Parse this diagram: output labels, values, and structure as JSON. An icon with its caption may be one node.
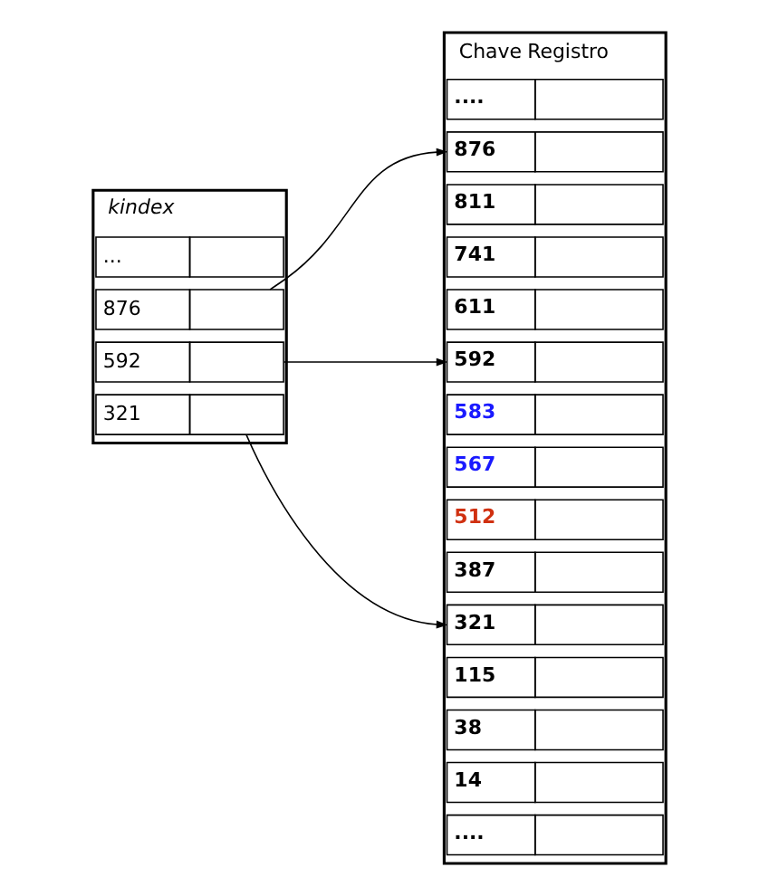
{
  "diagram": {
    "nodes": [
      {
        "text": [
          "kindex"
        ]
      },
      {
        "text": [
          "321"
        ],
        "in": 0
      },
      {
        "text": [
          "592"
        ],
        "in": 0
      },
      {
        "text": [
          "876"
        ],
        "in": 0
      },
      {
        "text": [
          "..."
        ],
        "in": 0
      },
      {
        "text": [
          "Chave",
          "Registro"
        ]
      },
      {
        "text": [
          "...."
        ],
        "in": 5
      },
      {
        "text": [
          "14"
        ],
        "in": 5
      },
      {
        "text": [
          "38"
        ],
        "in": 5
      },
      {
        "text": [
          "115"
        ],
        "in": 5
      },
      {
        "text": [
          "321"
        ],
        "in": 5
      },
      {
        "text": [
          "387"
        ],
        "in": 5
      },
      {
        "text": [
          "512"
        ],
        "in": 5
      },
      {
        "text": [
          "567"
        ],
        "in": 5
      },
      {
        "text": [
          "583"
        ],
        "in": 5
      },
      {
        "text": [
          "592"
        ],
        "in": 5
      },
      {
        "text": [
          "611"
        ],
        "in": 5
      },
      {
        "text": [
          "741"
        ],
        "in": 5
      },
      {
        "text": [
          "811"
        ],
        "in": 5
      },
      {
        "text": [
          "876"
        ],
        "in": 5
      },
      {
        "text": [
          "...."
        ],
        "in": 5
      }
    ],
    "edges": [
      {
        "from": 1,
        "to": 10,
        "arrow": "to"
      },
      {
        "from": 2,
        "to": 15,
        "arrow": "to"
      },
      {
        "from": 3,
        "to": 19,
        "arrow": "to"
      }
    ]
  }
}
